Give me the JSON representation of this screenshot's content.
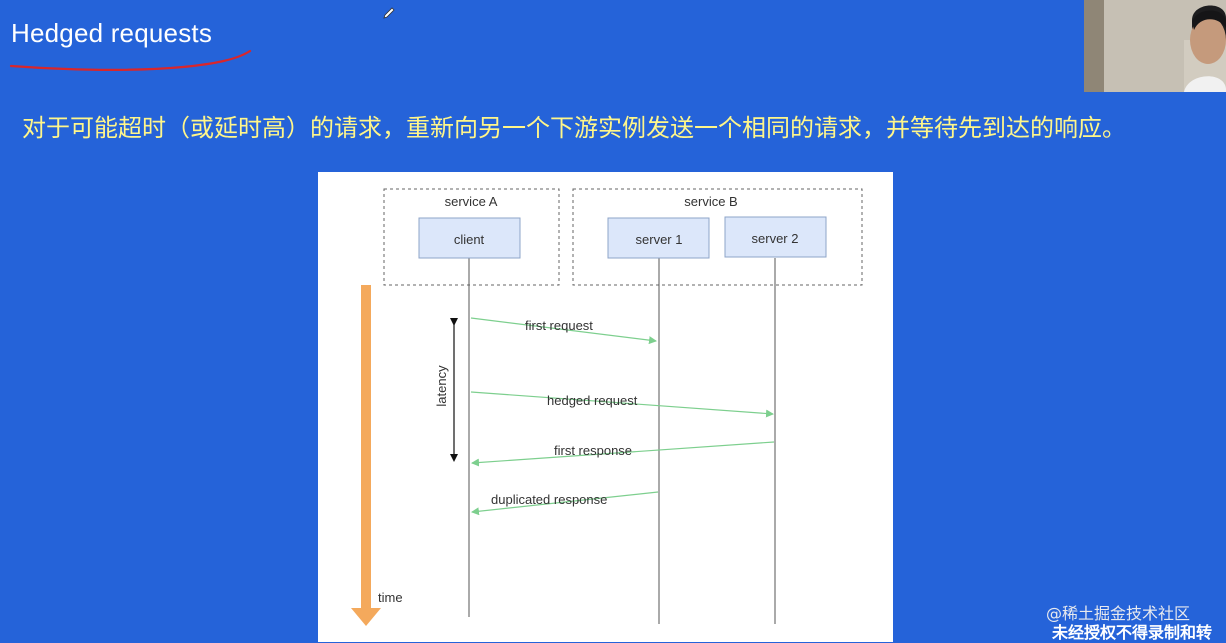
{
  "slide": {
    "title": "Hedged requests",
    "description": "对于可能超时（或延时高）的请求，重新向另一个下游实例发送一个相同的请求，并等待先到达的响应。"
  },
  "diagram": {
    "groups": {
      "service_a": "service A",
      "service_b": "service B"
    },
    "nodes": {
      "client": "client",
      "server1": "server 1",
      "server2": "server 2"
    },
    "messages": {
      "first_request": "first request",
      "hedged_request": "hedged request",
      "first_response": "first response",
      "duplicated_response": "duplicated response"
    },
    "latency_label": "latency",
    "time_label": "time"
  },
  "watermark": {
    "line1": "@稀土掘金技术社区",
    "line2": "未经授权不得录制和转"
  },
  "colors": {
    "background": "#2563d9",
    "subtitle": "#fff68a",
    "arrow": "#7dcf8e",
    "node_fill": "#dce7fa",
    "time_arrow": "#f4a95c",
    "underline": "#d9262b"
  },
  "icons": {
    "pen": "pen-icon"
  }
}
